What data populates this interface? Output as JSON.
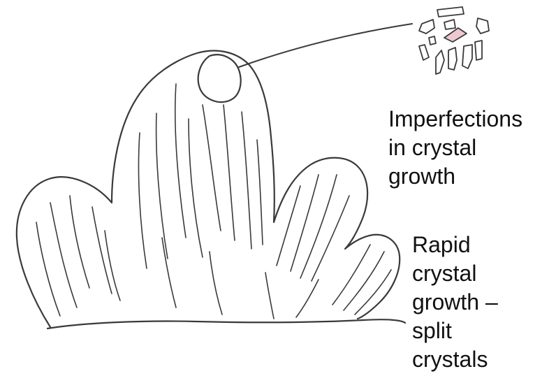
{
  "labels": {
    "imperfections": [
      "Imperfections",
      "in crystal",
      "growth"
    ],
    "rapid_growth": [
      "Rapid",
      "crystal",
      "growth –",
      "split",
      "crystals"
    ]
  },
  "colors": {
    "ink": "#3a3a3a",
    "fragment_tint": "#e3a3b1",
    "text": "#111111"
  }
}
